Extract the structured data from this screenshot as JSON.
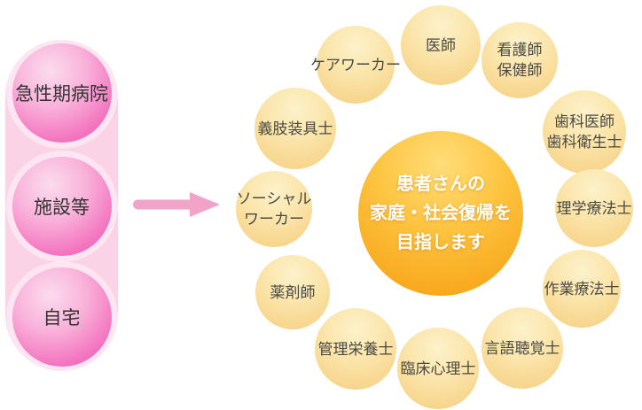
{
  "pathway": {
    "stages": [
      {
        "label": "急性期病院"
      },
      {
        "label": "施設等"
      },
      {
        "label": "自宅"
      }
    ]
  },
  "goal": {
    "lines": [
      "患者さんの",
      "家庭・社会復帰を",
      "目指します"
    ]
  },
  "team_members": [
    {
      "lines": [
        "医師"
      ]
    },
    {
      "lines": [
        "看護師",
        "保健師"
      ]
    },
    {
      "lines": [
        "歯科医師",
        "歯科衛生士"
      ]
    },
    {
      "lines": [
        "理学療法士"
      ]
    },
    {
      "lines": [
        "作業療法士"
      ]
    },
    {
      "lines": [
        "言語聴覚士"
      ]
    },
    {
      "lines": [
        "臨床心理士"
      ]
    },
    {
      "lines": [
        "管理栄養士"
      ]
    },
    {
      "lines": [
        "薬剤師"
      ]
    },
    {
      "lines": [
        "ソーシャル",
        "ワーカー"
      ]
    },
    {
      "lines": [
        "義肢装具士"
      ]
    },
    {
      "lines": [
        "ケアワーカー"
      ]
    }
  ],
  "colors": {
    "panel_pink": "#fbd3e7",
    "sphere_pink_deep": "#ee4fa8",
    "sphere_pink_light": "#fcdcee",
    "arrow_pink": "#f2a3c8",
    "member_cream": "#f8d994",
    "center_orange": "#f5a013",
    "member_text": "#4a4a42",
    "goal_text": "#ffffff",
    "stage_text": "#333333"
  }
}
